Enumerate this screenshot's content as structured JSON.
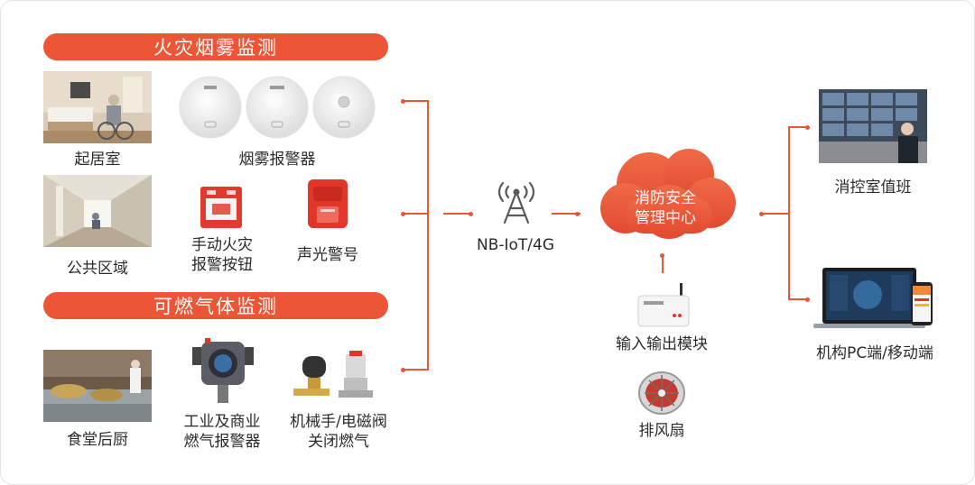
{
  "sections": {
    "fire": {
      "title": "火灾烟雾监测"
    },
    "gas": {
      "title": "可燃气体监测"
    }
  },
  "locations": {
    "bedroom": "起居室",
    "public_area": "公共区域",
    "kitchen": "食堂后厨"
  },
  "devices": {
    "smoke_alarm": "烟雾报警器",
    "manual_button_line1": "手动火灾",
    "manual_button_line2": "报警按钮",
    "sound_light": "声光警号",
    "gas_alarm_line1": "工业及商业",
    "gas_alarm_line2": "燃气报警器",
    "valve_line1": "机械手/电磁阀",
    "valve_line2": "关闭燃气"
  },
  "network": {
    "label": "NB-IoT/4G"
  },
  "center": {
    "line1": "消防安全",
    "line2": "管理中心"
  },
  "io": {
    "module": "输入输出模块",
    "fan": "排风扇"
  },
  "outputs": {
    "control_room": "消控室值班",
    "terminals": "机构PC端/移动端"
  },
  "colors": {
    "accent": "#ec5535",
    "text": "#2b2b2b"
  }
}
